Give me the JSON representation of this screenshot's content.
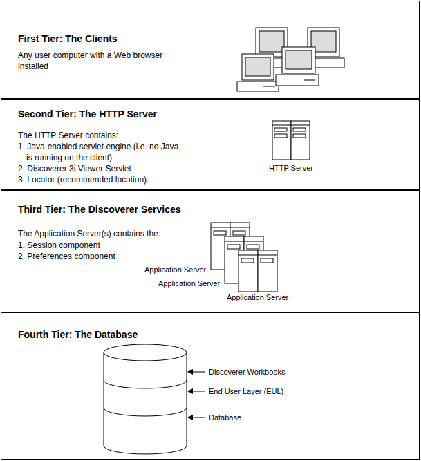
{
  "diagram": {
    "nodes": [
      {
        "text": [
          "First Tier: The Clients",
          "Any user computer with a Web browser installed"
        ]
      },
      {
        "text": [
          "Second Tier: The HTTP Server",
          "The HTTP Server contains:",
          "1. Java-enabled servlet engine (i.e. no Java is running on the client)",
          "2. Discoverer 3i Viewer Servlet",
          "3. Locator (recommended location)."
        ]
      },
      {
        "text": [
          "Third Tier: The Discoverer Services",
          "The Application Server(s) contains the:",
          "1. Session component",
          "2. Preferences component"
        ]
      },
      {
        "text": [
          "Fourth Tier: The Database"
        ]
      }
    ],
    "labels": [
      "HTTP Server",
      "Application Server",
      "Application Server",
      "Application Server",
      "Discoverer Workbooks",
      "End User Layer (EUL)",
      "Database"
    ]
  }
}
